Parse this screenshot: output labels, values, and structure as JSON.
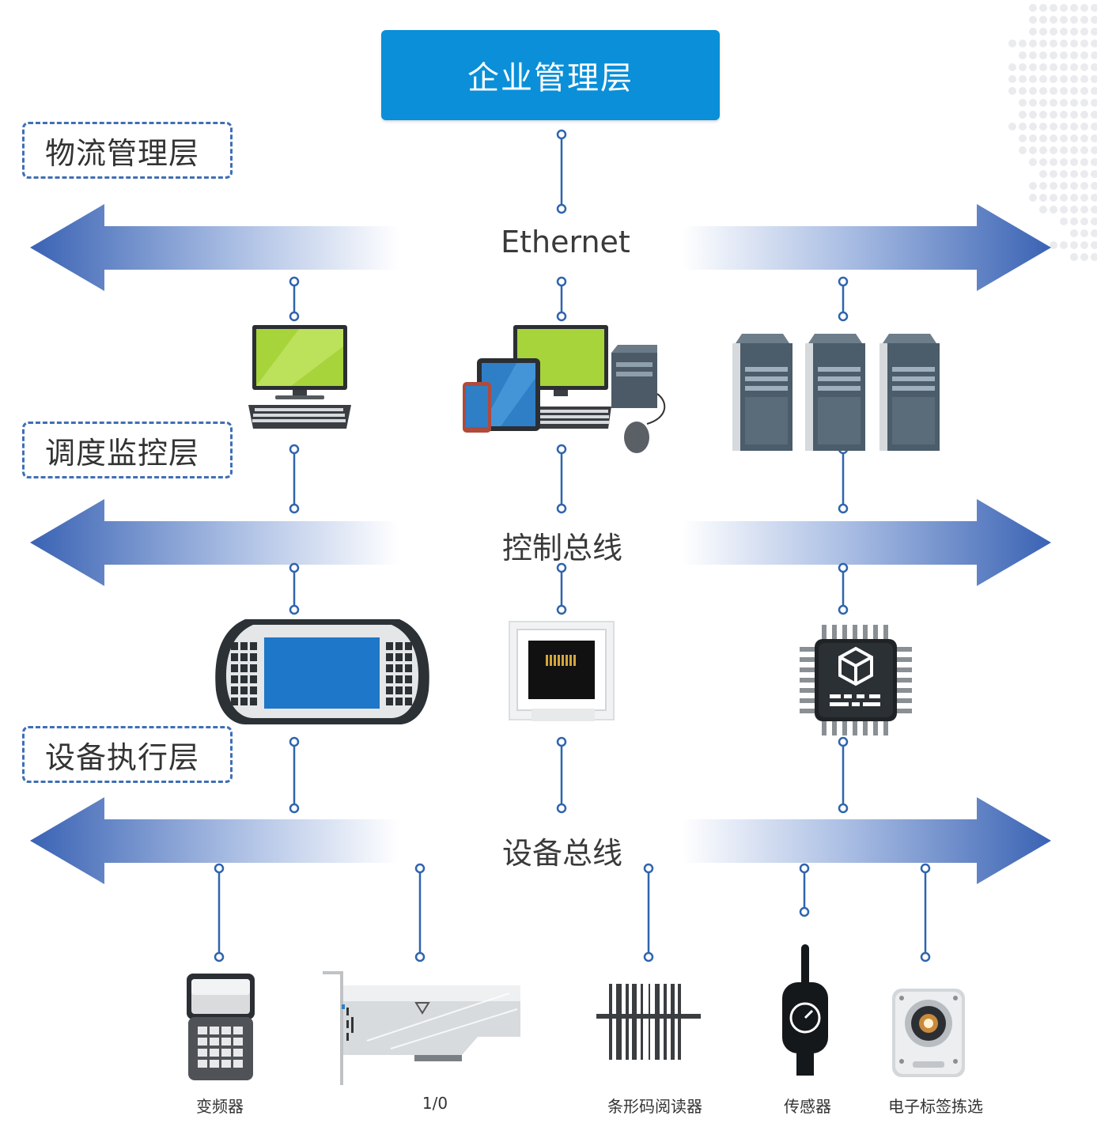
{
  "top_box": {
    "label": "企业管理层"
  },
  "layers": {
    "logistics": "物流管理层",
    "dispatch": "调度监控层",
    "execution": "设备执行层"
  },
  "buses": {
    "ethernet": "Ethernet",
    "control": "控制总线",
    "device": "设备总线"
  },
  "devices": {
    "inverter": "变频器",
    "io": "1/0",
    "barcode": "条形码阅读器",
    "sensor": "传感器",
    "etag": "电子标签拣选"
  },
  "colors": {
    "accent": "#0a8fd8",
    "arrow": "#3a63b4",
    "connector": "#2f64ad",
    "dash": "#3f6fb5"
  },
  "icons": [
    "desktop-computer-icon",
    "workstation-icon",
    "server-icon",
    "hmi-panel-icon",
    "network-port-icon",
    "chip-icon",
    "inverter-icon",
    "io-card-icon",
    "barcode-icon",
    "sensor-icon",
    "camera-icon"
  ]
}
